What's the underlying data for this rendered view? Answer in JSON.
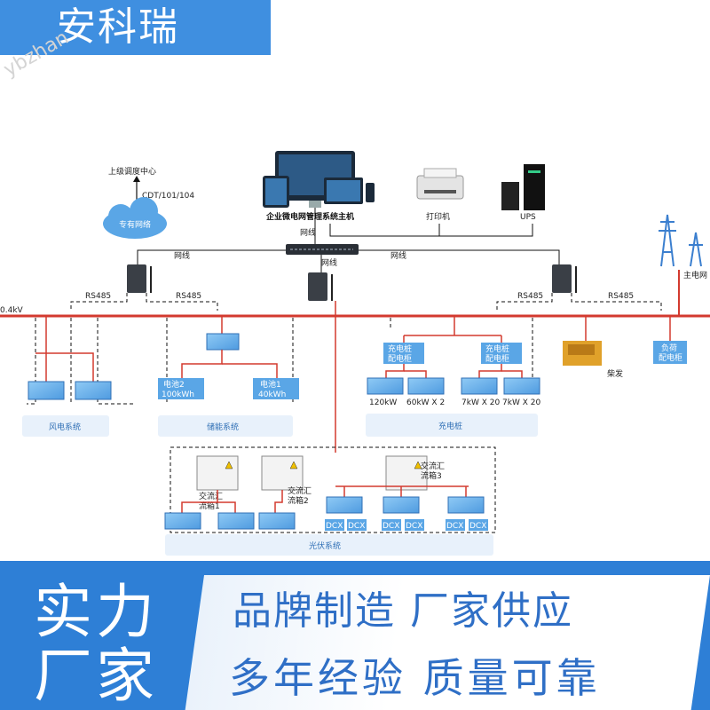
{
  "brand": {
    "name": "安科瑞",
    "watermark": "ybzhan"
  },
  "top": {
    "dispatch_center": "上级调度中心",
    "protocol": "CDT/101/104",
    "private_network": "专有网络",
    "host_label": "企业微电网管理系统主机",
    "printer_label": "打印机",
    "ups_label": "UPS",
    "network_cable": "网线",
    "rs485": "RS485",
    "voltage": "0.4kV",
    "main_grid": "主电网"
  },
  "wind": {
    "title": "风电系统"
  },
  "storage": {
    "title": "储能系统",
    "battery2": "电池2",
    "battery2_cap": "100kWh",
    "battery1": "电池1",
    "battery1_cap": "40kWh"
  },
  "charging": {
    "title": "充电桩",
    "cabinet_line1": "充电桩",
    "cabinet_line2": "配电柜",
    "rating1": "120kW",
    "rating2": "60kW X 2",
    "rating3": "7kW X 20",
    "rating4": "7kW X 20"
  },
  "diesel": {
    "label": "柴发"
  },
  "load": {
    "line1": "负荷",
    "line2": "配电柜"
  },
  "pv": {
    "title": "光伏系统",
    "box1_line1": "交流汇",
    "box1_line2": "流箱1",
    "box2_line1": "交流汇",
    "box2_line2": "流箱2",
    "box3_line1": "交流汇",
    "box3_line2": "流箱3",
    "dcx": "DCX"
  },
  "banner": {
    "left_line1": "实力",
    "left_line2": "厂家",
    "slogan_line1": "品牌制造  厂家供应",
    "slogan_line2": "多年经验  质量可靠"
  },
  "colors": {
    "accent_blue": "#3f8fe0",
    "bus_red": "#d33a2f",
    "device_blue": "#5aa6e6",
    "banner_blue": "#2e7fd6"
  }
}
